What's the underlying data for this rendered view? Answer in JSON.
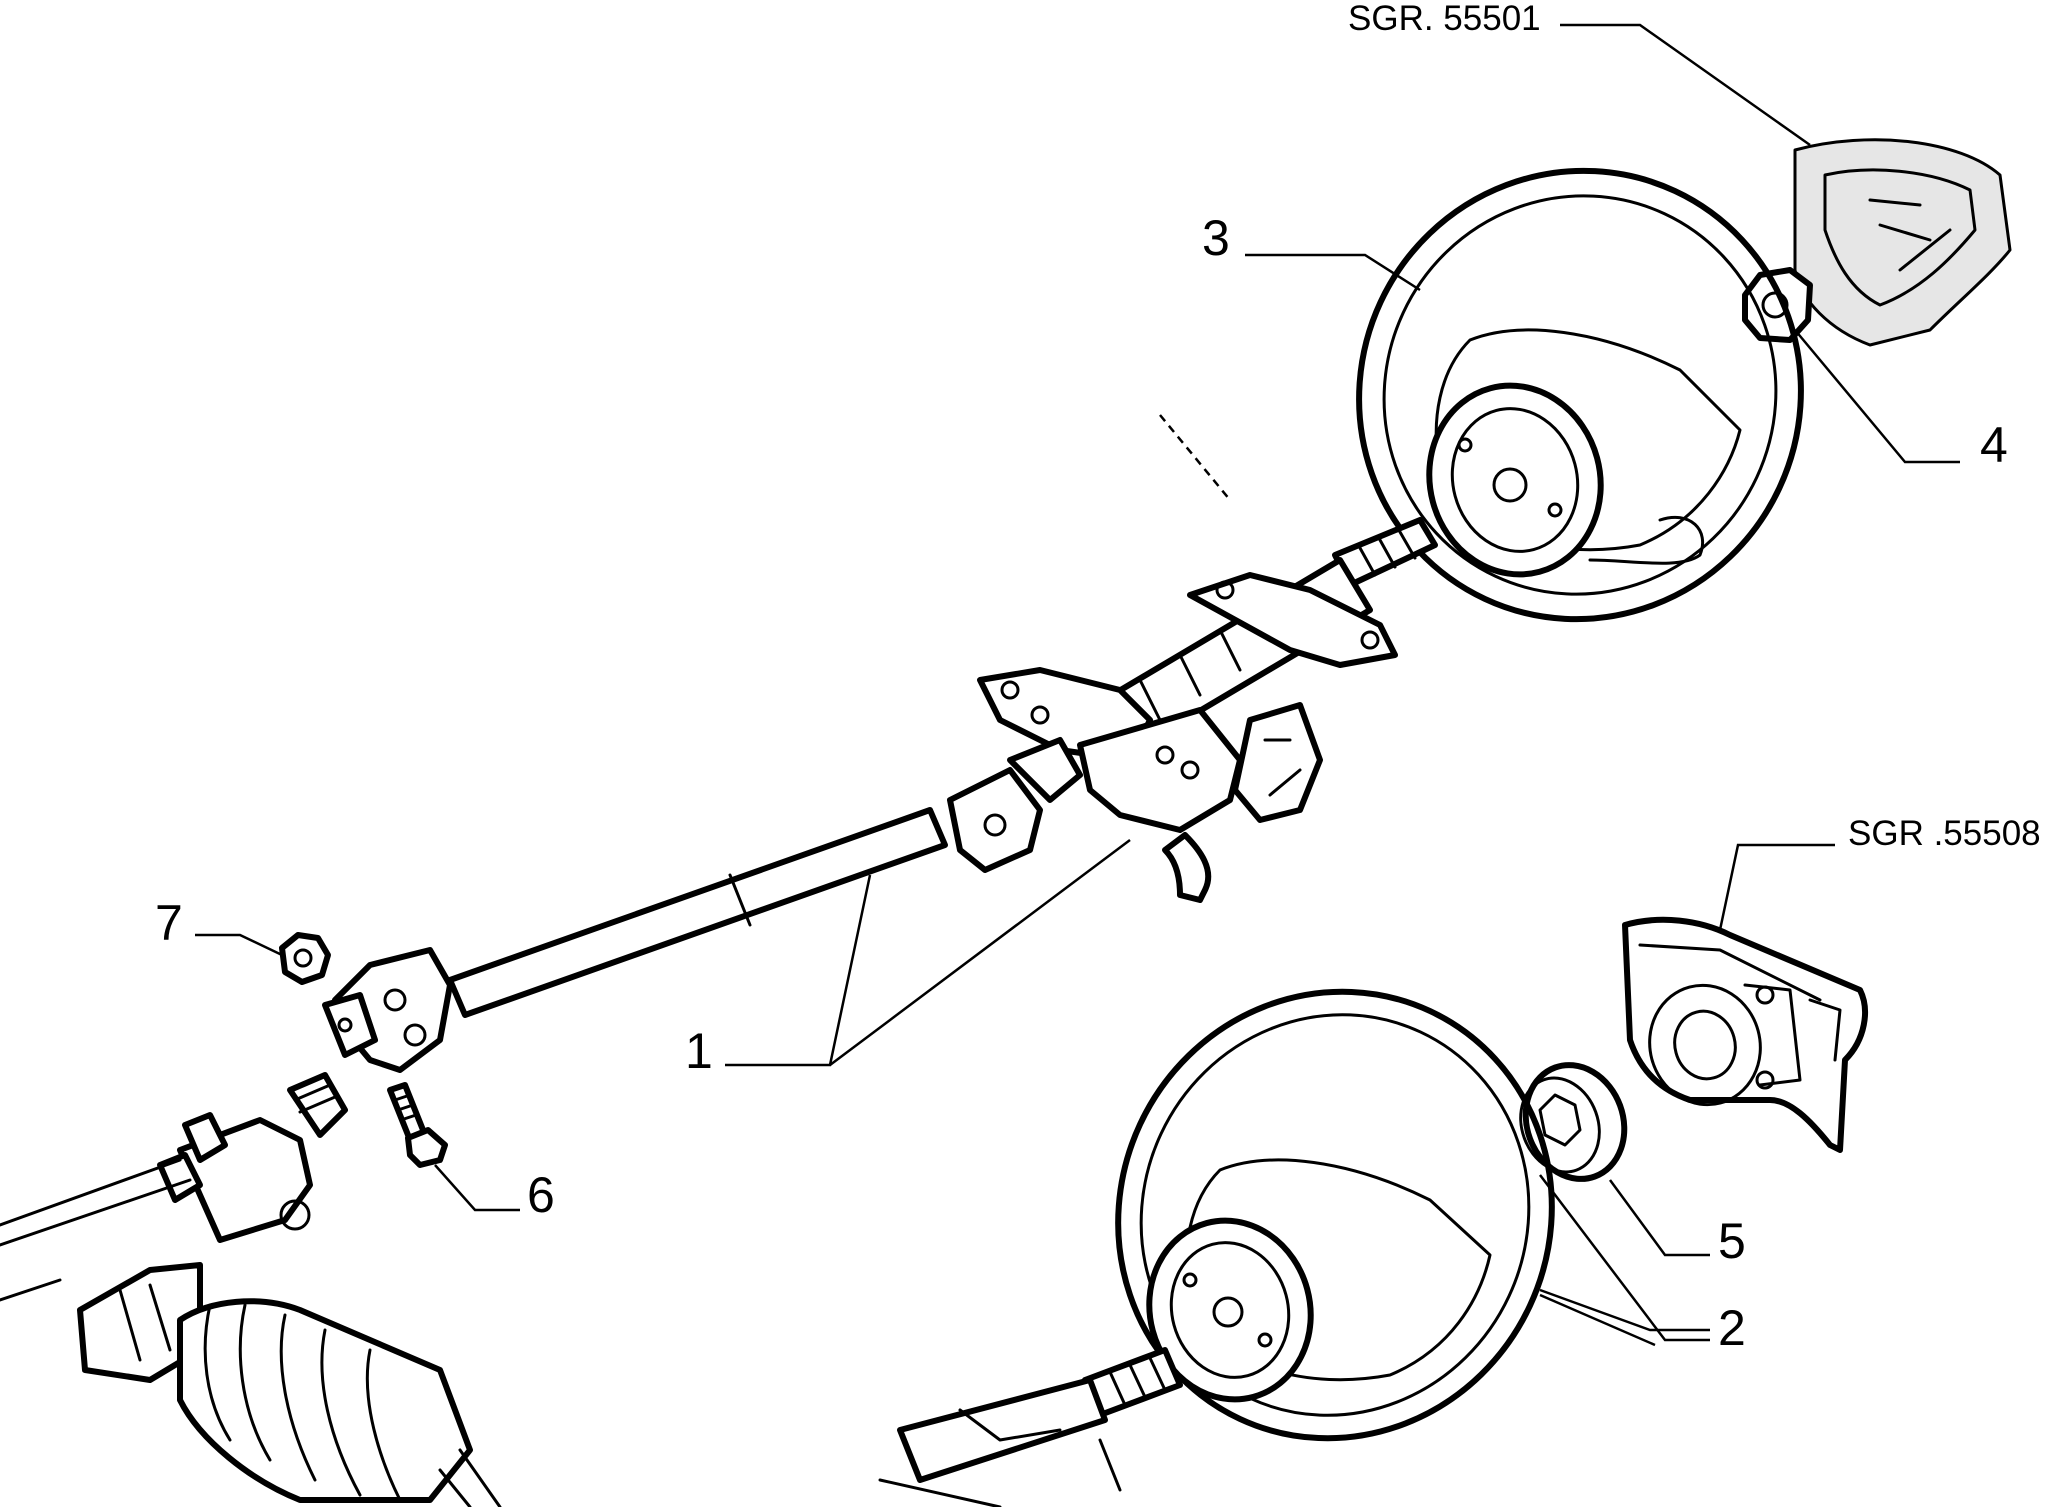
{
  "references": {
    "horn_pad": "SGR. 55501",
    "airbag_module": "SGR .55508"
  },
  "callouts": {
    "c1": "1",
    "c2": "2",
    "c3": "3",
    "c4": "4",
    "c5": "5",
    "c6": "6",
    "c7": "7"
  },
  "colors": {
    "ink": "#000000",
    "background": "#ffffff"
  }
}
